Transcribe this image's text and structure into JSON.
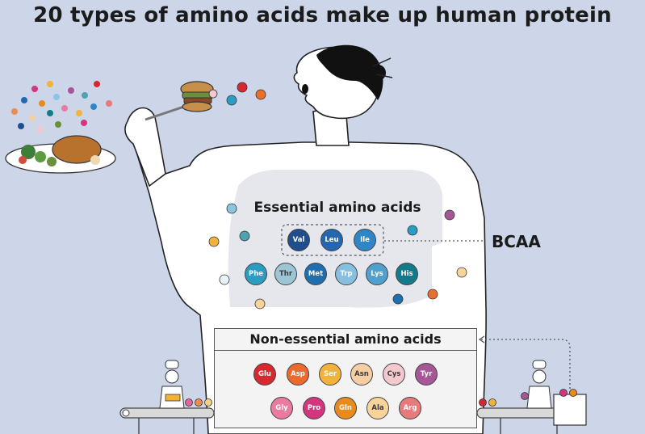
{
  "title": "20 types of amino acids make up human protein",
  "essential": {
    "title": "Essential amino acids",
    "bcaa_label": "BCAA",
    "bcaa": [
      {
        "abbr": "Val",
        "color": "#1f4e8c"
      },
      {
        "abbr": "Leu",
        "color": "#2467b0"
      },
      {
        "abbr": "Ile",
        "color": "#2f86c6"
      }
    ],
    "others": [
      {
        "abbr": "Phe",
        "color": "#2b9cc2"
      },
      {
        "abbr": "Thr",
        "color": "#9cc6d4"
      },
      {
        "abbr": "Met",
        "color": "#1f6fb0"
      },
      {
        "abbr": "Trp",
        "color": "#86bfe0"
      },
      {
        "abbr": "Lys",
        "color": "#4f9fcf"
      },
      {
        "abbr": "His",
        "color": "#137a8c"
      }
    ]
  },
  "non_essential": {
    "title": "Non-essential amino acids",
    "row1": [
      {
        "abbr": "Glu",
        "color": "#d8282f"
      },
      {
        "abbr": "Asp",
        "color": "#ec6a2c"
      },
      {
        "abbr": "Ser",
        "color": "#f3b23a"
      },
      {
        "abbr": "Asn",
        "color": "#f5cfa3"
      },
      {
        "abbr": "Cys",
        "color": "#f4c8cf"
      },
      {
        "abbr": "Tyr",
        "color": "#a65596"
      }
    ],
    "row2": [
      {
        "abbr": "Gly",
        "color": "#ea7aa0"
      },
      {
        "abbr": "Pro",
        "color": "#d3367e"
      },
      {
        "abbr": "Gln",
        "color": "#e98a1c"
      },
      {
        "abbr": "Ala",
        "color": "#f8d49a"
      },
      {
        "abbr": "Arg",
        "color": "#e77a7a"
      }
    ]
  },
  "colors": {
    "background": "#ccd6e8",
    "body": "#ffffff",
    "outline": "#222222",
    "silhouette": "#e8e8ec"
  }
}
